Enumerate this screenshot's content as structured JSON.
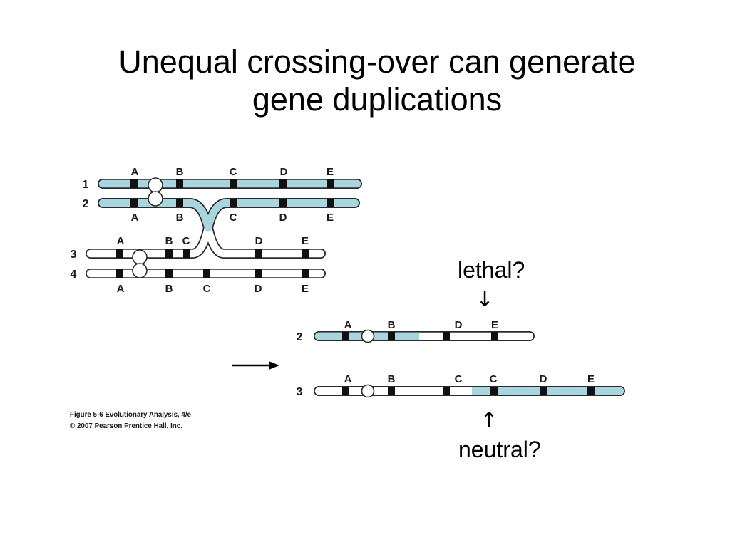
{
  "slide": {
    "title_line1": "Unequal crossing-over can generate",
    "title_line2": "gene duplications"
  },
  "diagram": {
    "before": {
      "chromosomes": [
        {
          "label": "1",
          "genes": [
            "A",
            "B",
            "C",
            "D",
            "E"
          ]
        },
        {
          "label": "2",
          "genes": [
            "A",
            "B",
            "C",
            "D",
            "E"
          ]
        },
        {
          "label": "3",
          "genes": [
            "A",
            "B",
            "C",
            "D",
            "E"
          ]
        },
        {
          "label": "4",
          "genes": [
            "A",
            "B",
            "C",
            "D",
            "E"
          ]
        }
      ]
    },
    "after": {
      "chromosomes": [
        {
          "label": "2",
          "genes": [
            "A",
            "B",
            "D",
            "E"
          ]
        },
        {
          "label": "3",
          "genes": [
            "A",
            "B",
            "C",
            "C",
            "D",
            "E"
          ]
        }
      ]
    },
    "colors": {
      "chromosome_blue": "#a9d6de",
      "chromosome_white": "#ffffff",
      "outline": "#2b2b2b",
      "gene_marker": "#111111"
    },
    "icons": {
      "transition_arrow": "right-arrow-icon"
    }
  },
  "annotations": {
    "lethal_label": "lethal?",
    "lethal_arrow": "↓",
    "neutral_arrow": "↑",
    "neutral_label": "neutral?"
  },
  "caption": {
    "line1": "Figure 5-6 Evolutionary Analysis, 4/e",
    "line2": "© 2007 Pearson Prentice Hall, Inc."
  }
}
